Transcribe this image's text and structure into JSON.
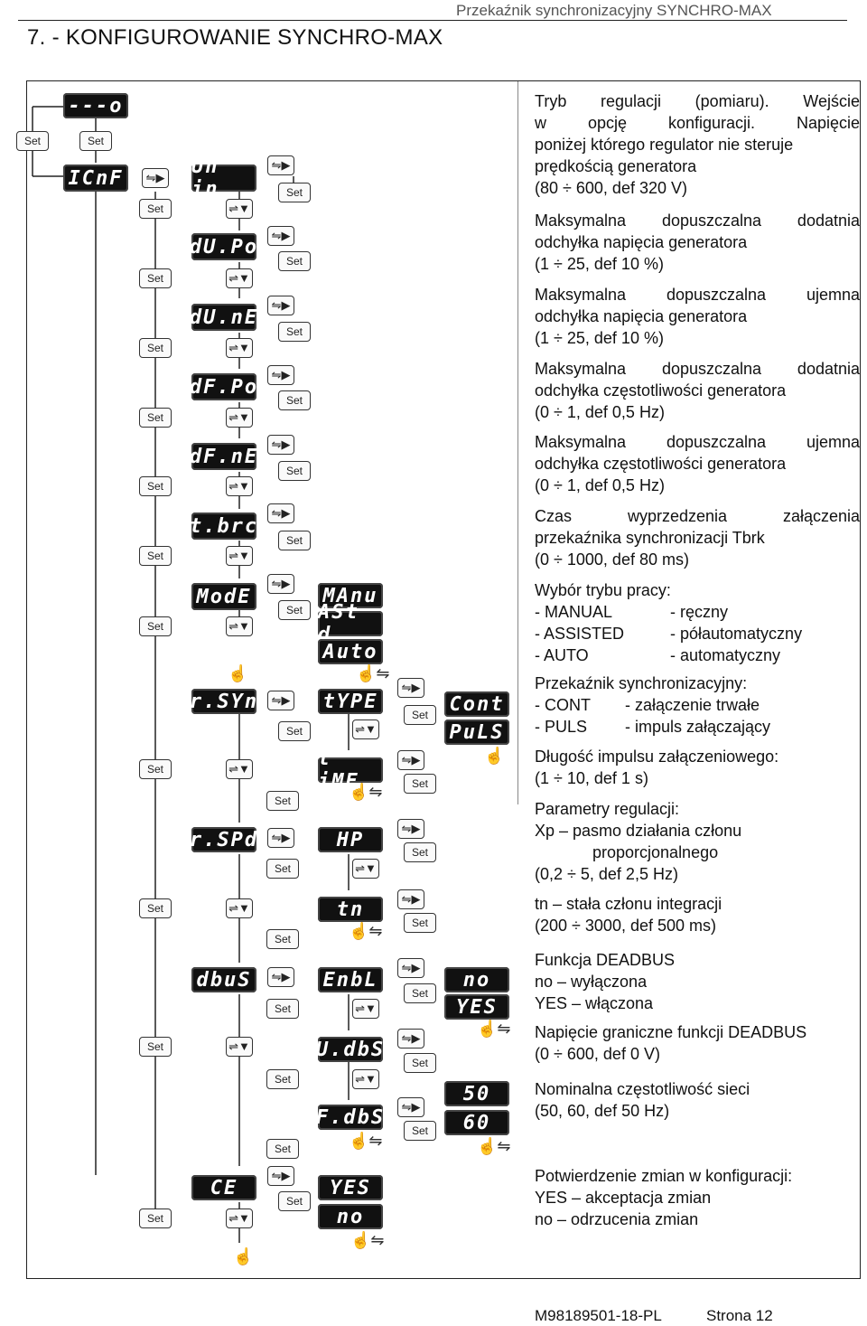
{
  "header": {
    "product": "Przekaźnik synchronizacyjny SYNCHRO-MAX",
    "section": "7. -  KONFIGUROWANIE SYNCHRO-MAX"
  },
  "diagram": {
    "top_display": "---o",
    "set_label": "Set",
    "menu": [
      "ICnF",
      "Un in",
      "dU.Po",
      "dU.nE",
      "dF.Po",
      "dF.nE",
      "t.brc",
      "ModE",
      "r.SYn",
      "r.SPd",
      "dbuS",
      "CE"
    ],
    "mode_options": [
      "MAnu",
      "ASt d",
      "Auto"
    ],
    "rsyn_sub": [
      "tYPE",
      "t iME"
    ],
    "rsyn_type_options": [
      "Cont",
      "PuLS"
    ],
    "rspd_sub": [
      "HP",
      "tn"
    ],
    "dbus_sub": [
      "EnbL",
      "U.dbS",
      "F.dbS"
    ],
    "enbl_options": [
      "no",
      "YES"
    ],
    "fdbs_options": [
      "50",
      "60"
    ],
    "ce_options": [
      "YES",
      "no"
    ]
  },
  "descriptions": {
    "d1_l1": "Tryb regulacji (pomiaru). Wejście",
    "d1_l2": "w opcję konfiguracji. Napięcie",
    "d1_l3": "poniżej którego regulator nie steruje",
    "d1_l4": "prędkością generatora",
    "d1_l5": "(80 ÷ 600, def 320 V)",
    "d2_l1": "Maksymalna dopuszczalna dodatnia",
    "d2_l2": "odchyłka napięcia generatora",
    "d2_l3": "(1 ÷ 25, def 10 %)",
    "d3_l1": "Maksymalna dopuszczalna ujemna",
    "d3_l2": "odchyłka napięcia generatora",
    "d3_l3": "(1 ÷ 25, def 10 %)",
    "d4_l1": "Maksymalna dopuszczalna dodatnia",
    "d4_l2": "odchyłka częstotliwości generatora",
    "d4_l3": "(0 ÷ 1, def 0,5 Hz)",
    "d5_l1": "Maksymalna dopuszczalna ujemna",
    "d5_l2": "odchyłka częstotliwości generatora",
    "d5_l3": "(0 ÷ 1, def 0,5 Hz)",
    "d6_l1": "Czas wyprzedzenia załączenia",
    "d6_l2": "przekaźnika synchronizacji Tbrk",
    "d6_l3": "(0 ÷ 1000, def 80 ms)",
    "d7_l1": "Wybór trybu pracy:",
    "d7_l2a": "- MANUAL",
    "d7_l2b": "- ręczny",
    "d7_l3a": "- ASSISTED",
    "d7_l3b": "- półautomatyczny",
    "d7_l4a": "- AUTO",
    "d7_l4b": "- automatyczny",
    "d8_l1": "Przekaźnik synchronizacyjny:",
    "d8_l2a": "- CONT",
    "d8_l2b": "- załączenie trwałe",
    "d8_l3a": "- PULS",
    "d8_l3b": "- impuls załączający",
    "d9_l1": "Długość impulsu załączeniowego:",
    "d9_l2": "(1 ÷ 10, def 1 s)",
    "d10_l1": "Parametry regulacji:",
    "d10_l2": "Xp – pasmo działania członu",
    "d10_l3": "proporcjonalnego",
    "d10_l4": "(0,2 ÷ 5, def 2,5 Hz)",
    "d11_l1": "tn – stała członu integracji",
    "d11_l2": "(200 ÷ 3000, def 500 ms)",
    "d12_l1": "Funkcja DEADBUS",
    "d12_l2": "no   – wyłączona",
    "d12_l3": "YES – włączona",
    "d13_l1": "Napięcie graniczne funkcji DEADBUS",
    "d13_l2": "(0 ÷ 600, def 0 V)",
    "d14_l1": "Nominalna częstotliwość sieci",
    "d14_l2": "(50, 60, def 50 Hz)",
    "d15_l1": "Potwierdzenie zmian w konfiguracji:",
    "d15_l2": "YES – akceptacja zmian",
    "d15_l3": "no   – odrzucenia zmian"
  },
  "footer": {
    "code": "M98189501-18-PL",
    "page": "Strona  12"
  }
}
